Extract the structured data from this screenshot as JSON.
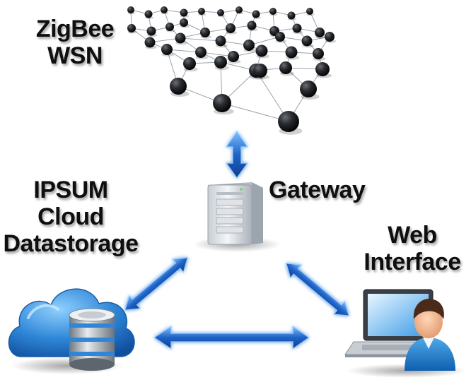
{
  "labels": {
    "zigbee_line1": "ZigBee",
    "zigbee_line2": "WSN",
    "ipsum_line1": "IPSUM",
    "ipsum_line2": "Cloud",
    "ipsum_line3": "Datastorage",
    "gateway": "Gateway",
    "web_line1": "Web",
    "web_line2": "Interface"
  },
  "icons": {
    "network": "wireless-sensor-network-icon",
    "gateway": "server-icon",
    "cloud": "cloud-database-icon",
    "web": "laptop-user-icon"
  },
  "colors": {
    "arrow": "#2c6fd0",
    "arrow_glow": "#8ec6ff",
    "node": "#1c1c1c",
    "link": "#9aa3ad",
    "cloud": "#2f86d6",
    "text": "#0f0f0f"
  }
}
